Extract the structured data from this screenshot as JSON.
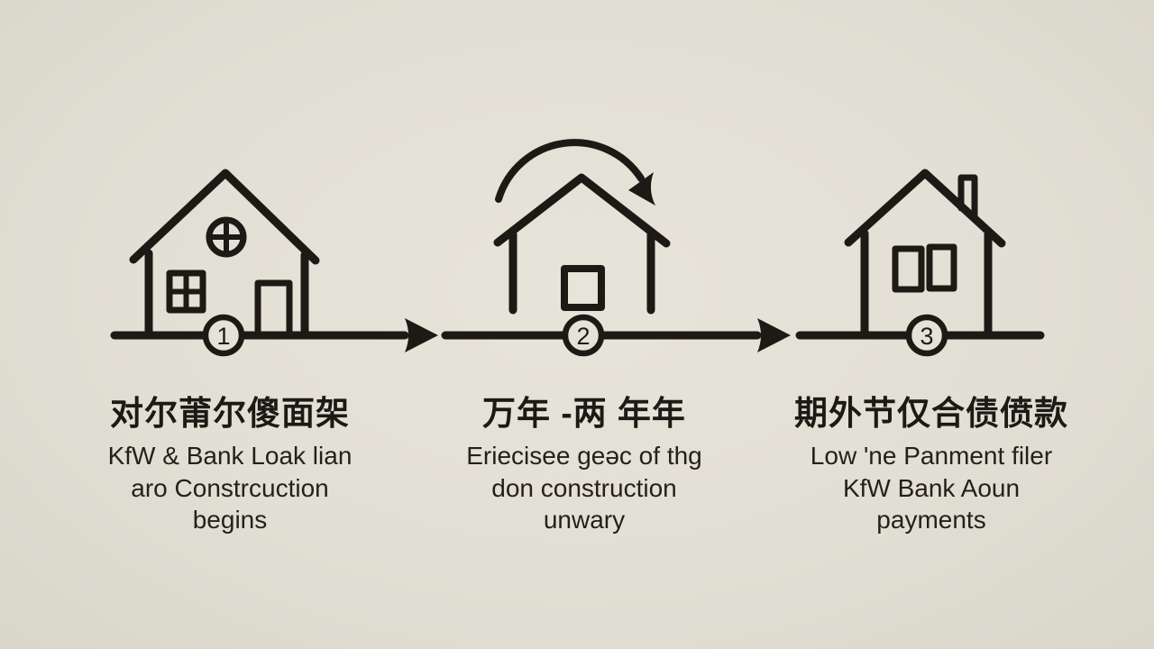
{
  "canvas": {
    "background_color": "#e2dfd4",
    "line_color": "#1d1a15"
  },
  "steps": [
    {
      "number": "1",
      "icon": "house-facade-icon",
      "heading_zh": "对尔莆尔傻面架",
      "caption_lines": [
        "KfW & Bank Loak lian",
        "aro Constrcuction",
        "begins"
      ]
    },
    {
      "number": "2",
      "icon": "house-construction-cycle-icon",
      "heading_zh": "万年 -两 年年",
      "caption_lines": [
        "Eriecisee geəc of thg",
        "don construction",
        "unwary"
      ]
    },
    {
      "number": "3",
      "icon": "house-chimney-icon",
      "heading_zh": "期外节仅合债偾款",
      "caption_lines": [
        "Low 'ne Panment filer",
        "KfW Bank Aoun",
        "payments"
      ]
    }
  ]
}
